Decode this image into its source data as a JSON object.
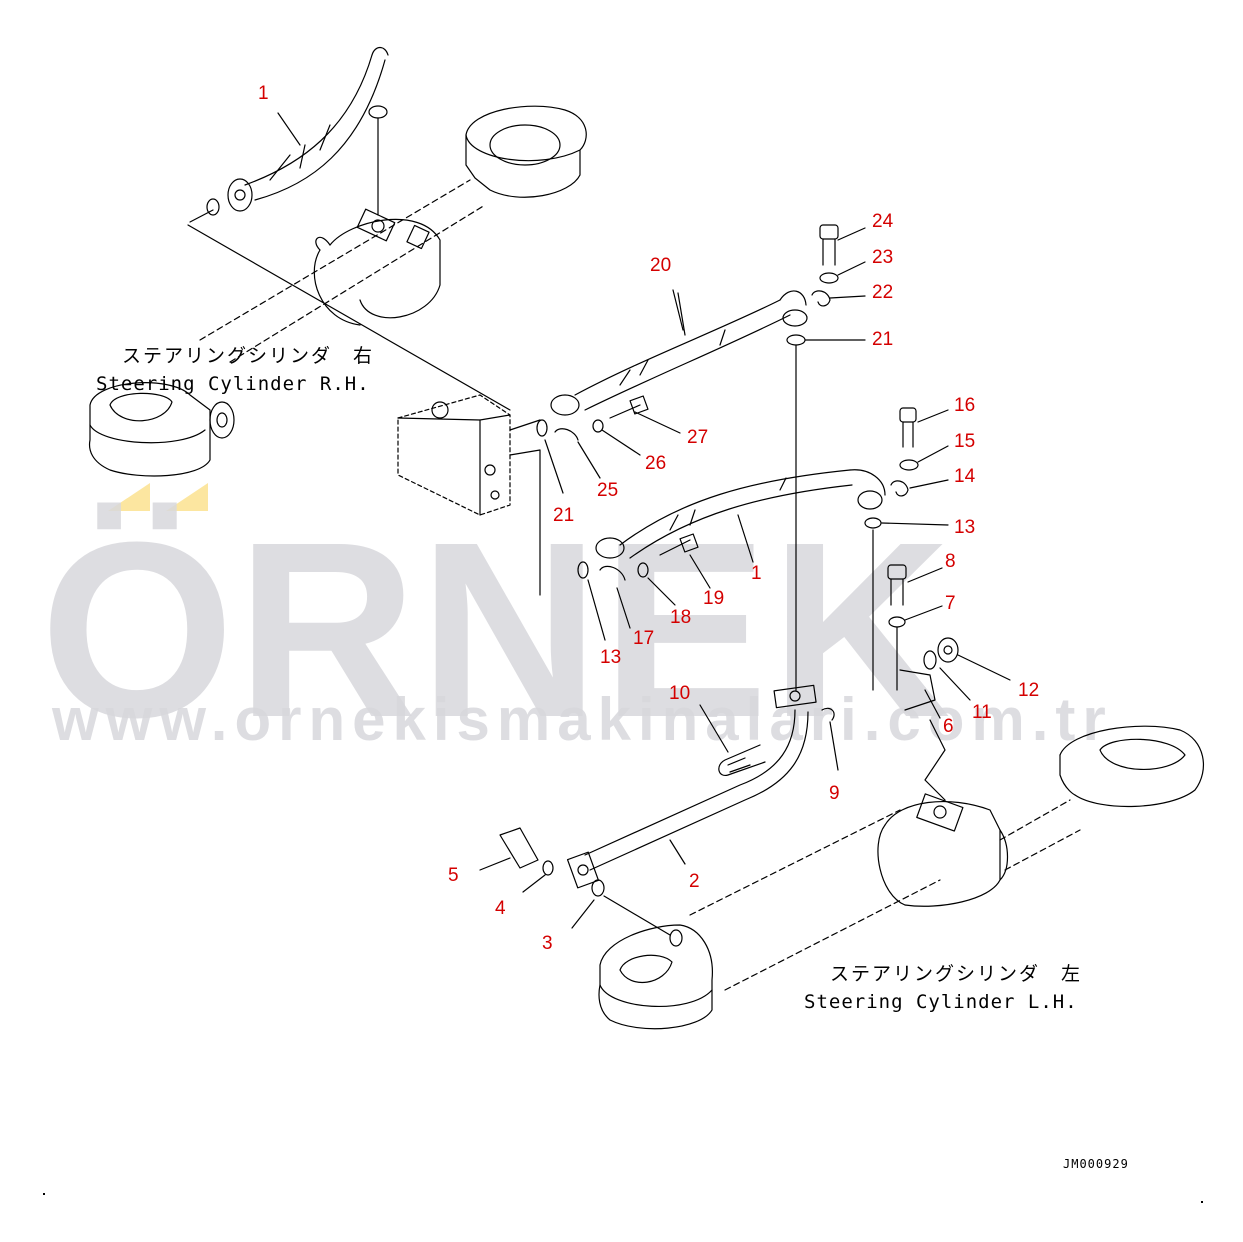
{
  "diagram": {
    "type": "exploded-parts-diagram",
    "subject": "Steering cylinder hydraulic piping",
    "document_id": "JM000929",
    "colors": {
      "callout": "#d40000",
      "lines": "#000000",
      "watermark": "#d8d8dc",
      "watermark_accent": "#fce6a0",
      "background": "#ffffff"
    }
  },
  "captions": {
    "right_cylinder": {
      "jp": "ステアリングシリンダ　右",
      "en": "Steering Cylinder R.H."
    },
    "left_cylinder": {
      "jp": "ステアリングシリンダ　左",
      "en": "Steering Cylinder L.H."
    }
  },
  "watermark": {
    "brand": "ÖRNEK",
    "url": "www.ornekismakinalari.com.tr"
  },
  "callouts": [
    {
      "id": "c1a",
      "label": "1",
      "part": "hose (R.H. cylinder)"
    },
    {
      "id": "c20",
      "label": "20",
      "part": "hose"
    },
    {
      "id": "c24",
      "label": "24",
      "part": "bolt"
    },
    {
      "id": "c23",
      "label": "23",
      "part": "washer"
    },
    {
      "id": "c22",
      "label": "22",
      "part": "split flange"
    },
    {
      "id": "c21a",
      "label": "21",
      "part": "O-ring"
    },
    {
      "id": "c27",
      "label": "27",
      "part": "bolt"
    },
    {
      "id": "c26",
      "label": "26",
      "part": "washer"
    },
    {
      "id": "c25",
      "label": "25",
      "part": "split flange"
    },
    {
      "id": "c21b",
      "label": "21",
      "part": "O-ring"
    },
    {
      "id": "c16",
      "label": "16",
      "part": "bolt"
    },
    {
      "id": "c15",
      "label": "15",
      "part": "washer"
    },
    {
      "id": "c14",
      "label": "14",
      "part": "split flange"
    },
    {
      "id": "c13a",
      "label": "13",
      "part": "O-ring"
    },
    {
      "id": "c1b",
      "label": "1",
      "part": "hose"
    },
    {
      "id": "c19",
      "label": "19",
      "part": "bolt"
    },
    {
      "id": "c18",
      "label": "18",
      "part": "washer"
    },
    {
      "id": "c17",
      "label": "17",
      "part": "split flange"
    },
    {
      "id": "c13b",
      "label": "13",
      "part": "O-ring"
    },
    {
      "id": "c8",
      "label": "8",
      "part": "bolt"
    },
    {
      "id": "c7",
      "label": "7",
      "part": "washer"
    },
    {
      "id": "c12",
      "label": "12",
      "part": "nut"
    },
    {
      "id": "c11",
      "label": "11",
      "part": "washer"
    },
    {
      "id": "c6",
      "label": "6",
      "part": "bracket"
    },
    {
      "id": "c10",
      "label": "10",
      "part": "U-bolt"
    },
    {
      "id": "c9",
      "label": "9",
      "part": "clip"
    },
    {
      "id": "c2",
      "label": "2",
      "part": "tube"
    },
    {
      "id": "c5",
      "label": "5",
      "part": "bolt"
    },
    {
      "id": "c4",
      "label": "4",
      "part": "washer"
    },
    {
      "id": "c3",
      "label": "3",
      "part": "O-ring"
    }
  ]
}
